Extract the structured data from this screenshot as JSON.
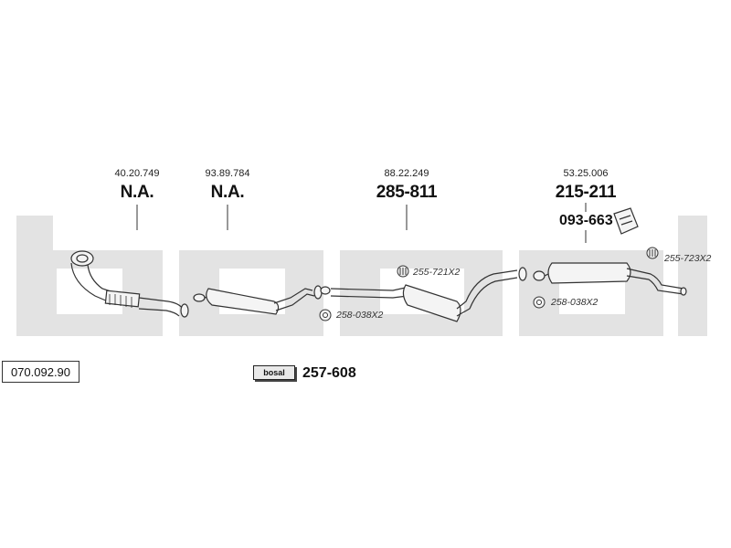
{
  "catalog_number": "070.092.90",
  "brand": "bosal",
  "kit_number": "257-608",
  "parts": [
    {
      "oe_number": "40.20.749",
      "part_number": "N.A."
    },
    {
      "oe_number": "93.89.784",
      "part_number": "N.A."
    },
    {
      "oe_number": "88.22.249",
      "part_number": "285-811"
    },
    {
      "oe_number": "53.25.006",
      "part_number": "215-211"
    }
  ],
  "extra_part": "093-663",
  "references": [
    {
      "code": "255-721X2"
    },
    {
      "code": "258-038X2"
    },
    {
      "code": "258-038X2"
    },
    {
      "code": "255-723X2"
    }
  ],
  "colors": {
    "watermark": "#e3e3e3",
    "line": "#333333",
    "part_fill": "#f4f4f4"
  }
}
